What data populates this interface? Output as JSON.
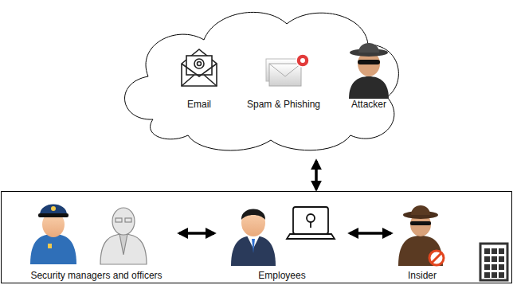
{
  "diagram": {
    "nodes": [
      {},
      {
        "text": [
          "Email"
        ],
        "in": 0
      },
      {
        "text": [
          "Spam & Phishing"
        ],
        "in": 0
      },
      {
        "text": [
          "Attacker"
        ],
        "in": 0
      },
      {},
      {
        "text": [
          "Security managers and officers"
        ],
        "in": 4
      },
      {
        "text": [
          "Employees"
        ],
        "in": 4
      },
      {
        "text": [
          "Insider"
        ],
        "in": 4
      }
    ],
    "edges": [
      {
        "from": 0,
        "to": 4,
        "arrow": "both"
      },
      {
        "from": 5,
        "to": 6,
        "arrow": "both"
      },
      {
        "from": 6,
        "to": 7,
        "arrow": "both"
      }
    ]
  }
}
